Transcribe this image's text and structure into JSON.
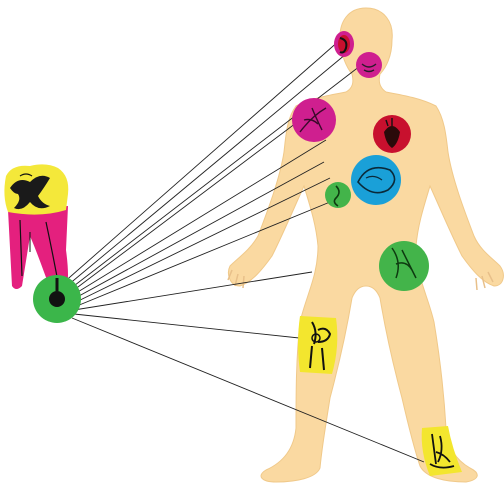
{
  "diagram": {
    "colors": {
      "skin": "#fad9a1",
      "skin_outline": "#f0c98a",
      "tooth_crown": "#f4e83a",
      "tooth_root": "#e4207e",
      "caries": "#1a1a1a",
      "focus_circle": "#3bb64a",
      "focus_core": "#111111",
      "connector_line": "#222222",
      "region_magenta": "#cf1f8f",
      "region_red": "#c8102e",
      "region_blue": "#1aa0d8",
      "region_green": "#43b44a",
      "region_yellow": "#f3e62e"
    },
    "icons": {
      "tooth": "tooth-icon",
      "body": "human-body-icon"
    },
    "targets": [
      "ear",
      "mouth",
      "shoulder",
      "heart",
      "stomach",
      "intestine",
      "kidney",
      "knee",
      "ankle-foot"
    ]
  }
}
